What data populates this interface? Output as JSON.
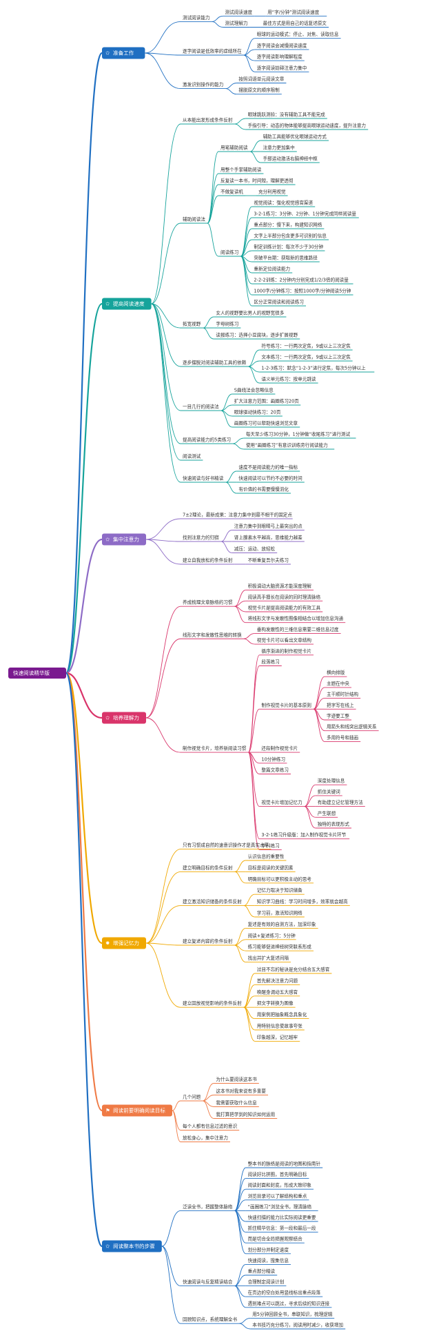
{
  "root": {
    "label": "快速阅读精华版",
    "color": "#7a1a8f"
  },
  "branches": [
    {
      "label": "准备工作",
      "color": "#1f6fc2",
      "icon": "star-icon",
      "glyph": "✩",
      "children": [
        {
          "label": "测试阅读能力",
          "children": [
            {
              "label": "测试阅读速度",
              "children": [
                {
                  "label": "用“字/分钟”测试阅读速度"
                }
              ]
            },
            {
              "label": "测试理解力",
              "children": [
                {
                  "label": "最佳方式是用自己的话复述原文"
                }
              ]
            }
          ]
        },
        {
          "label": "逐字阅读是低效率的症结所在",
          "children": [
            {
              "label": "眼球的运动模式：停止、对焦、读取信息"
            },
            {
              "label": "逐字阅读会减慢阅读速度"
            },
            {
              "label": "逐字阅读影响理解程度"
            },
            {
              "label": "逐字阅读妨碍注意力集中"
            }
          ]
        },
        {
          "label": "激发识别操作的能力",
          "children": [
            {
              "label": "按照词语单元阅读文章"
            },
            {
              "label": "摆脱原文的顺序限制"
            }
          ]
        }
      ]
    },
    {
      "label": "提高阅读速度",
      "color": "#15a39b",
      "icon": "star-icon",
      "glyph": "✩",
      "children": [
        {
          "label": "从本能出发形成条件反射",
          "children": [
            {
              "label": "眼球跳跃测验：没有辅助工具不能完成"
            },
            {
              "label": "手指引导：动态的物体能够提高眼球运动速度，提升注意力"
            }
          ]
        },
        {
          "label": "辅助阅读法",
          "children": [
            {
              "label": "用笔辅助阅读",
              "children": [
                {
                  "label": "辅助工具能够优化眼球运动方式"
                },
                {
                  "label": "注意力更加集中"
                },
                {
                  "label": "手部运动激活右脑神经中枢"
                }
              ]
            },
            {
              "label": "用整个手掌辅助阅读"
            },
            {
              "label": "反复读一本书，时间短，理解更透彻"
            },
            {
              "label": "不做复读机",
              "children": [
                {
                  "label": "充分利用视觉"
                }
              ]
            },
            {
              "label": "阅读练习",
              "children": [
                {
                  "label": "视觉阅读：强化视觉感官渠道"
                },
                {
                  "label": "3-2-1练习：3分钟、2分钟、1分钟完成同样阅读量"
                },
                {
                  "label": "重点部分：慢下来，构建知识网络"
                },
                {
                  "label": "文字上半部分包含更多可识别的信息"
                },
                {
                  "label": "制定训练计划：每次不少于30分钟"
                },
                {
                  "label": "突破平台期：获取新的思维路径"
                },
                {
                  "label": "重新定位阅读能力"
                },
                {
                  "label": "2-2-2训练：2分钟内分别完成1/2/3倍的阅读量"
                },
                {
                  "label": "1000字/分钟练习：按照1000字/分钟阅读5分钟"
                },
                {
                  "label": "区分正常阅读和阅读练习"
                }
              ]
            }
          ]
        },
        {
          "label": "拓宽视野",
          "children": [
            {
              "label": "女人的视野要比男人的视野宽很多"
            },
            {
              "label": "字母树练习"
            },
            {
              "label": "读报练习：选择小豆腐块，逐步扩展视野"
            }
          ]
        },
        {
          "label": "逐步摆脱对阅读辅助工具的依赖",
          "children": [
            {
              "label": "符号练习：一行两次定焦，9或以上三次定焦"
            },
            {
              "label": "文本练习：一行两次定焦，9或以上三次定焦"
            },
            {
              "label": "1-2-3练习：默念“1-2-3”进行定焦，每次5分钟以上"
            },
            {
              "label": "语义单元练习：按单元跳读"
            }
          ]
        },
        {
          "label": "一目几行的阅读法",
          "children": [
            {
              "label": "S曲线法会忽略信息"
            },
            {
              "label": "扩大注意力范围：画圈练习20页"
            },
            {
              "label": "眼球驱动快练习：20页"
            },
            {
              "label": "画圈练习可以帮助快速浏览文章"
            }
          ]
        },
        {
          "label": "提高阅读能力的5类练习",
          "children": [
            {
              "label": "每天至少练习30分钟，1分钟做“收尾练习”进行测试"
            },
            {
              "label": "使用“画圈练习”有意识训练旁行阅读能力"
            }
          ]
        },
        {
          "label": "阅读测试"
        },
        {
          "label": "快速阅读与好书精读",
          "children": [
            {
              "label": "速度不是阅读能力的唯一指标"
            },
            {
              "label": "快速阅读可以节约不必要的时间"
            },
            {
              "label": "有价值的书需要慢慢消化"
            }
          ]
        }
      ]
    },
    {
      "label": "集中注意力",
      "color": "#8d6bc6",
      "icon": "star-icon",
      "glyph": "✩",
      "children": [
        {
          "label": "7±2理论，最新成果：注意力集中到最不相干的固定点"
        },
        {
          "label": "找到注意力的归宿",
          "children": [
            {
              "label": "注意力集中到眼睛弓上最突出的点"
            },
            {
              "label": "肾上腺素水平越高，思维能力越差"
            },
            {
              "label": "减压：运动、放轻松"
            }
          ]
        },
        {
          "label": "建立自我放松的条件反射",
          "children": [
            {
              "label": "不断重复吾尔夫练习"
            }
          ]
        }
      ]
    },
    {
      "label": "培养理解力",
      "color": "#d9346a",
      "icon": "star-icon",
      "glyph": "✩",
      "children": [
        {
          "label": "养成梳理文章脉络的习惯",
          "children": [
            {
              "label": "积极调动大脑资源才能深度理解"
            },
            {
              "label": "阅读高手擅长在阅读的同时理清脉络"
            },
            {
              "label": "视觉卡片是提高阅读能力的有效工具"
            },
            {
              "label": "将线形文字与发散性图像相结合以增加信息沟通"
            }
          ]
        },
        {
          "label": "线形文字和发散性思维的转换",
          "children": [
            {
              "label": "垂构发散性的三维信息需要二维信息过度"
            },
            {
              "label": "视觉卡片可以看出文章结构"
            }
          ]
        },
        {
          "label": "制作视觉卡片，培养新阅读习惯",
          "children": [
            {
              "label": "循序渐进的制作视觉卡片"
            },
            {
              "label": "段落练习"
            },
            {
              "label": "制作视觉卡片的基本原则",
              "children": [
                {
                  "label": "横向排版"
                },
                {
                  "label": "主题在中央"
                },
                {
                  "label": "主干顺时针结构"
                },
                {
                  "label": "把字写在线上"
                },
                {
                  "label": "字迹要工整"
                },
                {
                  "label": "用箭头和线突出逻辑关系"
                },
                {
                  "label": "多用符号和插画"
                }
              ]
            },
            {
              "label": "还段制作视觉卡片"
            },
            {
              "label": "10分钟练习"
            },
            {
              "label": "整篇文章练习"
            },
            {
              "label": "视觉卡片增加记忆力",
              "children": [
                {
                  "label": "深度处理信息"
                },
                {
                  "label": "抓住关键词"
                },
                {
                  "label": "有助建立记忆管理方法"
                },
                {
                  "label": "产生联想"
                },
                {
                  "label": "独特的表现形式"
                }
              ]
            },
            {
              "label": "3-2-1练习升级版：加入制作视觉卡片环节"
            },
            {
              "label": "学科练习"
            }
          ]
        }
      ]
    },
    {
      "label": "增强记忆力",
      "color": "#f0a800",
      "icon": "flame-icon",
      "glyph": "✹",
      "children": [
        {
          "label": "只有习惯成自然的速意识操作才是真实水平"
        },
        {
          "label": "建立明确目标的条件反射",
          "children": [
            {
              "label": "认识信息的重要性"
            },
            {
              "label": "目标是阅读的关键因素"
            },
            {
              "label": "明确目标可以更积极主动的思考"
            }
          ]
        },
        {
          "label": "建立激活知识储备的条件反射",
          "children": [
            {
              "label": "记忆力取决于知识储备"
            },
            {
              "label": "知识学习曲线：学习时间增多，效率就会越高"
            },
            {
              "label": "学习前，激活知识网络"
            }
          ]
        },
        {
          "label": "建立复述内容的条件反射",
          "children": [
            {
              "label": "复述是有效的自测方法，加深印象"
            },
            {
              "label": "阅读+复述练习：5分钟"
            },
            {
              "label": "练习能够促进神经树突联系形成"
            },
            {
              "label": "找出并扩大复述间隔"
            }
          ]
        },
        {
          "label": "建立回放视觉影响的条件反射",
          "children": [
            {
              "label": "过目不忘的秘诀是充分结合五大感官"
            },
            {
              "label": "首先解决注意力问题"
            },
            {
              "label": "唤醒身调动五大感官"
            },
            {
              "label": "把文字转换为图像"
            },
            {
              "label": "用案例把抽象概念具象化"
            },
            {
              "label": "用特别信息使故事夸张"
            },
            {
              "label": "印象越深，记忆越牢"
            }
          ]
        }
      ]
    },
    {
      "label": "阅读前要明确阅读目标",
      "color": "#ef7a45",
      "icon": "flag-icon",
      "glyph": "⚑",
      "children": [
        {
          "label": "几个问题",
          "children": [
            {
              "label": "为什么要阅读这本书"
            },
            {
              "label": "这本书对我来说有多重要"
            },
            {
              "label": "我需要获取什么信息"
            },
            {
              "label": "我打算把学到的知识如何运用"
            }
          ]
        },
        {
          "label": "每个人都有信息过滤的意识"
        },
        {
          "label": "放松身心，集中注意力"
        }
      ]
    },
    {
      "label": "阅读整本书的步骤",
      "color": "#1f6fc2",
      "icon": "star-icon",
      "glyph": "✩",
      "children": [
        {
          "label": "泛读全书，把握整体脉络",
          "children": [
            {
              "label": "整本书的脉络是阅读的地图和指南针"
            },
            {
              "label": "阅读好比拼图，首先明确目标"
            },
            {
              "label": "阅读封面和封底，形成大致印象"
            },
            {
              "label": "浏览目录可以了解结构和重点"
            },
            {
              "label": "“画圈练习”浏览全书，理清脉络"
            },
            {
              "label": "快速扫描的能力比实际阅读更重要"
            },
            {
              "label": "抓住精华信息：第一段和最后一段"
            },
            {
              "label": "而是切合全局把握观察结合"
            },
            {
              "label": "划分部分并制定速度"
            }
          ]
        },
        {
          "label": "快速阅读与反复精读结合",
          "children": [
            {
              "label": "快速阅读，搜集信息"
            },
            {
              "label": "重点部分精读"
            },
            {
              "label": "合理制定阅读计划"
            },
            {
              "label": "在页边的空白处用竖线标出重点段落"
            },
            {
              "label": "遇到难点可以跳过，寻求后续的知识连接"
            }
          ]
        },
        {
          "label": "回顾知识点，系统理解全书",
          "children": [
            {
              "label": "用5分钟回顾全书，串联知识，梳理逻辑"
            },
            {
              "label": "本书技巧充分练习，阅读用时减少，收获增加"
            }
          ]
        }
      ]
    }
  ]
}
